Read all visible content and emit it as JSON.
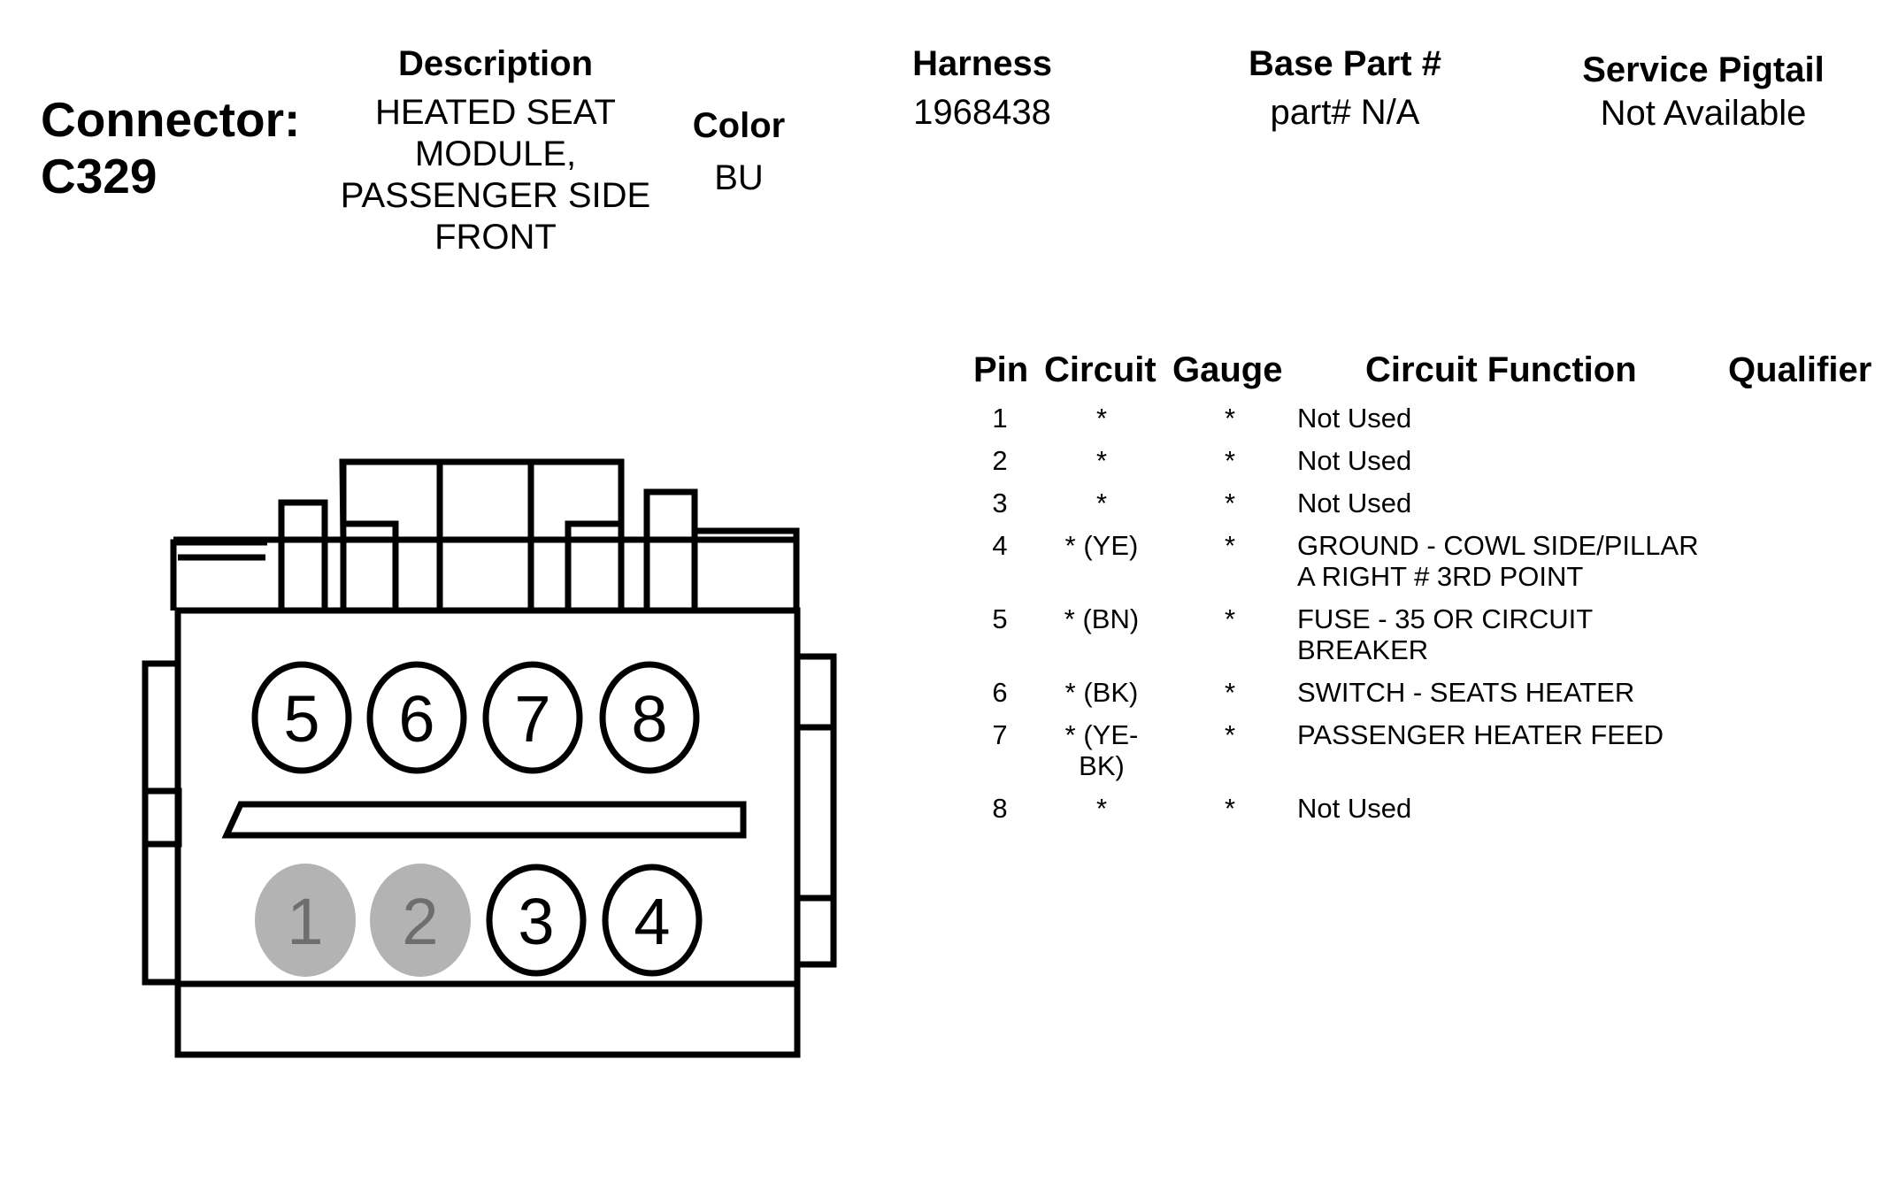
{
  "connector": {
    "label": "Connector:",
    "id": "C329"
  },
  "description": {
    "header": "Description",
    "lines": [
      "HEATED SEAT",
      "MODULE,",
      "PASSENGER SIDE",
      "FRONT"
    ]
  },
  "color": {
    "header": "Color",
    "value": "BU"
  },
  "harness": {
    "header": "Harness",
    "value": "1968438"
  },
  "base_part": {
    "header": "Base Part #",
    "value": "part# N/A"
  },
  "service_pigtail": {
    "header": "Service Pigtail",
    "value": "Not Available"
  },
  "table": {
    "headers": {
      "pin": "Pin",
      "circuit": "Circuit",
      "gauge": "Gauge",
      "function": "Circuit Function",
      "qualifier": "Qualifier"
    },
    "rows": [
      {
        "pin": "1",
        "circuit": [
          "*"
        ],
        "gauge": "*",
        "function": [
          "Not Used"
        ]
      },
      {
        "pin": "2",
        "circuit": [
          "*"
        ],
        "gauge": "*",
        "function": [
          "Not Used"
        ]
      },
      {
        "pin": "3",
        "circuit": [
          "*"
        ],
        "gauge": "*",
        "function": [
          "Not Used"
        ]
      },
      {
        "pin": "4",
        "circuit": [
          "* (YE)"
        ],
        "gauge": "*",
        "function": [
          "GROUND - COWL SIDE/PILLAR",
          "A RIGHT # 3RD POINT"
        ]
      },
      {
        "pin": "5",
        "circuit": [
          "* (BN)"
        ],
        "gauge": "*",
        "function": [
          "FUSE - 35 OR CIRCUIT",
          "BREAKER"
        ]
      },
      {
        "pin": "6",
        "circuit": [
          "* (BK)"
        ],
        "gauge": "*",
        "function": [
          "SWITCH - SEATS HEATER"
        ]
      },
      {
        "pin": "7",
        "circuit": [
          "* (YE-",
          "BK)"
        ],
        "gauge": "*",
        "function": [
          "PASSENGER HEATER FEED"
        ]
      },
      {
        "pin": "8",
        "circuit": [
          "*"
        ],
        "gauge": "*",
        "function": [
          "Not Used"
        ]
      }
    ]
  },
  "diagram": {
    "top_row_pins": [
      "5",
      "6",
      "7",
      "8"
    ],
    "bottom_row_pins": [
      "1",
      "2",
      "3",
      "4"
    ],
    "unused_pins": [
      "1",
      "2"
    ],
    "colors": {
      "outline": "#000000",
      "unused_fill": "#b3b3b3",
      "unused_text": "#6e6e6e"
    }
  }
}
